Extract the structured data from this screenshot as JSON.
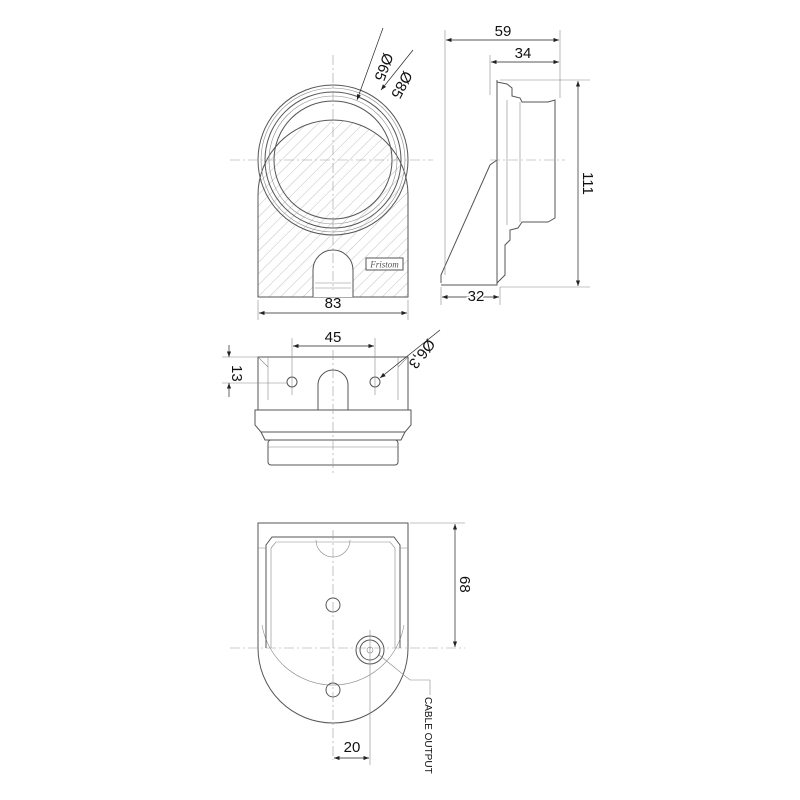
{
  "title": "Lamp mounting bracket technical drawing",
  "front_view": {
    "dia_inner": "Ø65",
    "dia_outer": "Ø85",
    "width": "83",
    "logo": "Fristom"
  },
  "side_view": {
    "depth_total": "59",
    "depth_lamp": "34",
    "height": "111",
    "base_depth": "32"
  },
  "top_view": {
    "hole_spacing": "45",
    "flange_height": "13",
    "hole_dia": "Ø6,3"
  },
  "bottom_view": {
    "height": "68",
    "cable_offset": "20",
    "cable_label": "CABLE OUTPUT"
  }
}
